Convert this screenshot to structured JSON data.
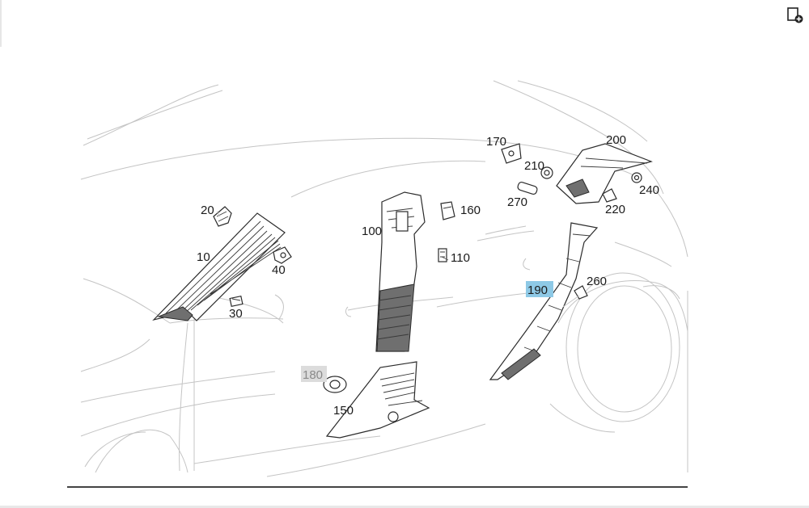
{
  "toolbar": {
    "export_icon": "document-add-icon"
  },
  "callouts": {
    "c10": "10",
    "c20": "20",
    "c30": "30",
    "c40": "40",
    "c100": "100",
    "c110": "110",
    "c150": "150",
    "c160": "160",
    "c170": "170",
    "c180": "180",
    "c190": "190",
    "c200": "200",
    "c210": "210",
    "c220": "220",
    "c240": "240",
    "c260": "260",
    "c270": "270"
  },
  "highlights": {
    "selected": "190",
    "selected_color": "#8ec9e6",
    "secondary": "180",
    "secondary_color": "#dcdcdc"
  }
}
